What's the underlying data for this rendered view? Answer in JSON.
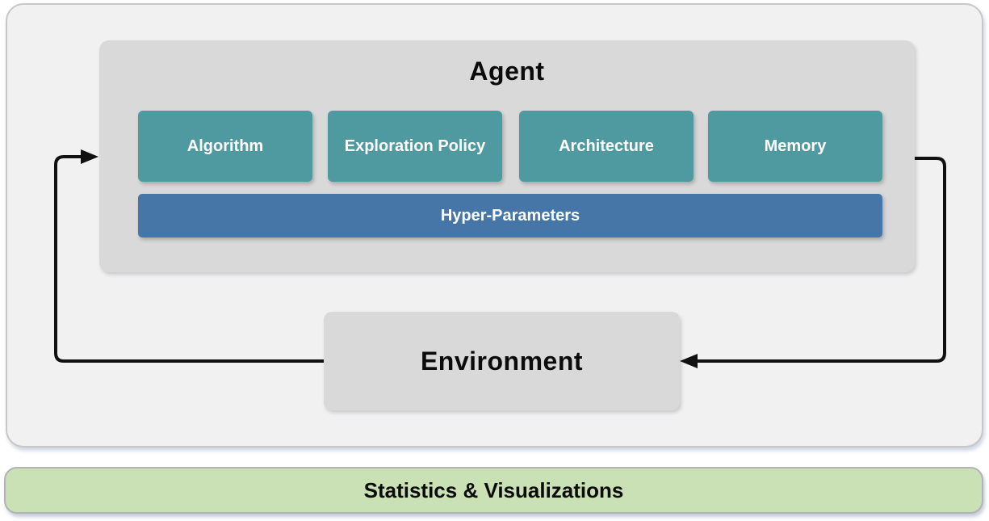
{
  "diagram": {
    "agent": {
      "title": "Agent",
      "components": [
        {
          "label": "Algorithm"
        },
        {
          "label": "Exploration Policy"
        },
        {
          "label": "Architecture"
        },
        {
          "label": "Memory"
        }
      ],
      "hyper_parameters_label": "Hyper-Parameters"
    },
    "environment": {
      "title": "Environment"
    },
    "stats_bar": {
      "label": "Statistics & Visualizations"
    },
    "colors": {
      "component_teal": "#4f99a1",
      "hyper_parameters_blue": "#4676a8",
      "stats_green": "#c9e1b4",
      "container_gray": "#d9d9d9",
      "panel_bg": "#f1f1f2",
      "arrow_black": "#111111"
    }
  }
}
